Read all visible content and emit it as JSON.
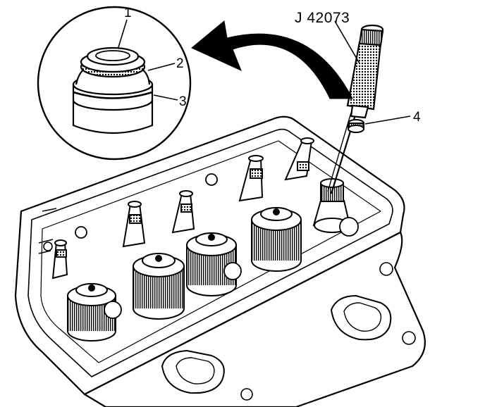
{
  "tool": {
    "label": "J 42073"
  },
  "callouts": [
    {
      "id": "1",
      "text": "1"
    },
    {
      "id": "2",
      "text": "2"
    },
    {
      "id": "3",
      "text": "3"
    },
    {
      "id": "4",
      "text": "4"
    }
  ],
  "colors": {
    "ink": "#000000",
    "paper": "#ffffff"
  }
}
